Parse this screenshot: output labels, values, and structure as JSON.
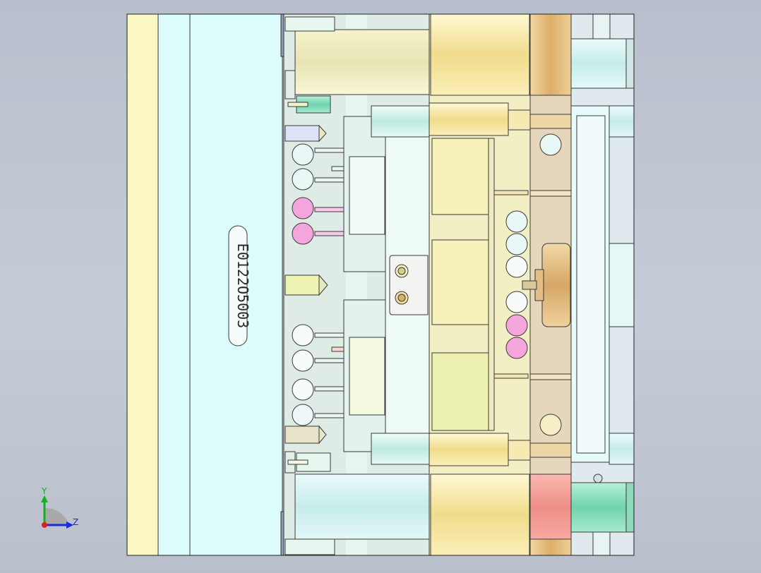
{
  "part_label": "E0122O5003",
  "triad": {
    "y_label": "Y",
    "z_label": "Z"
  },
  "colors": {
    "background": "#c1c7d2",
    "plate_yellow": "#faf7c4",
    "plate_cyan": "#dcfbfb",
    "mint": "#cdf1e1",
    "gold": "#f3e8a6",
    "orange": "#e9c68f",
    "brown_plate": "#e6d6bc",
    "pink": "#f4a6dc",
    "salmon": "#f5a29a",
    "teal": "#8fe1c4",
    "outline": "#3a3a3a"
  }
}
